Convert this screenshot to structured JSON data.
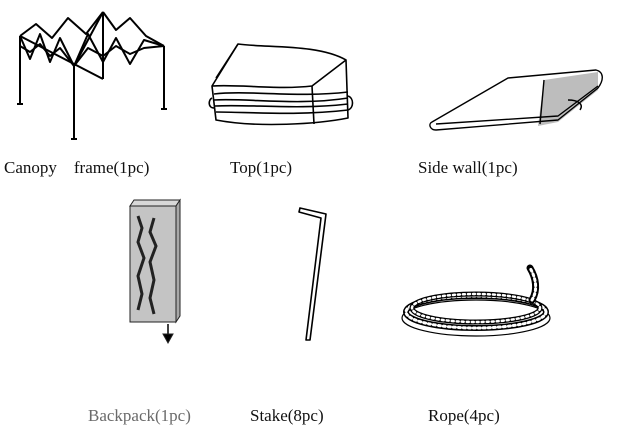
{
  "items": [
    {
      "label": "Canopy    frame(1pc)",
      "icon": "canopy-frame"
    },
    {
      "label": "Top(1pc)",
      "icon": "folded-top"
    },
    {
      "label": "Side wall(1pc)",
      "icon": "folded-side-wall"
    },
    {
      "label": "Backpack(1pc)",
      "icon": "backpack",
      "color": "#6a6a6a"
    },
    {
      "label": "Stake(8pc)",
      "icon": "stake"
    },
    {
      "label": "Rope(4pc)",
      "icon": "rope-coil"
    }
  ]
}
